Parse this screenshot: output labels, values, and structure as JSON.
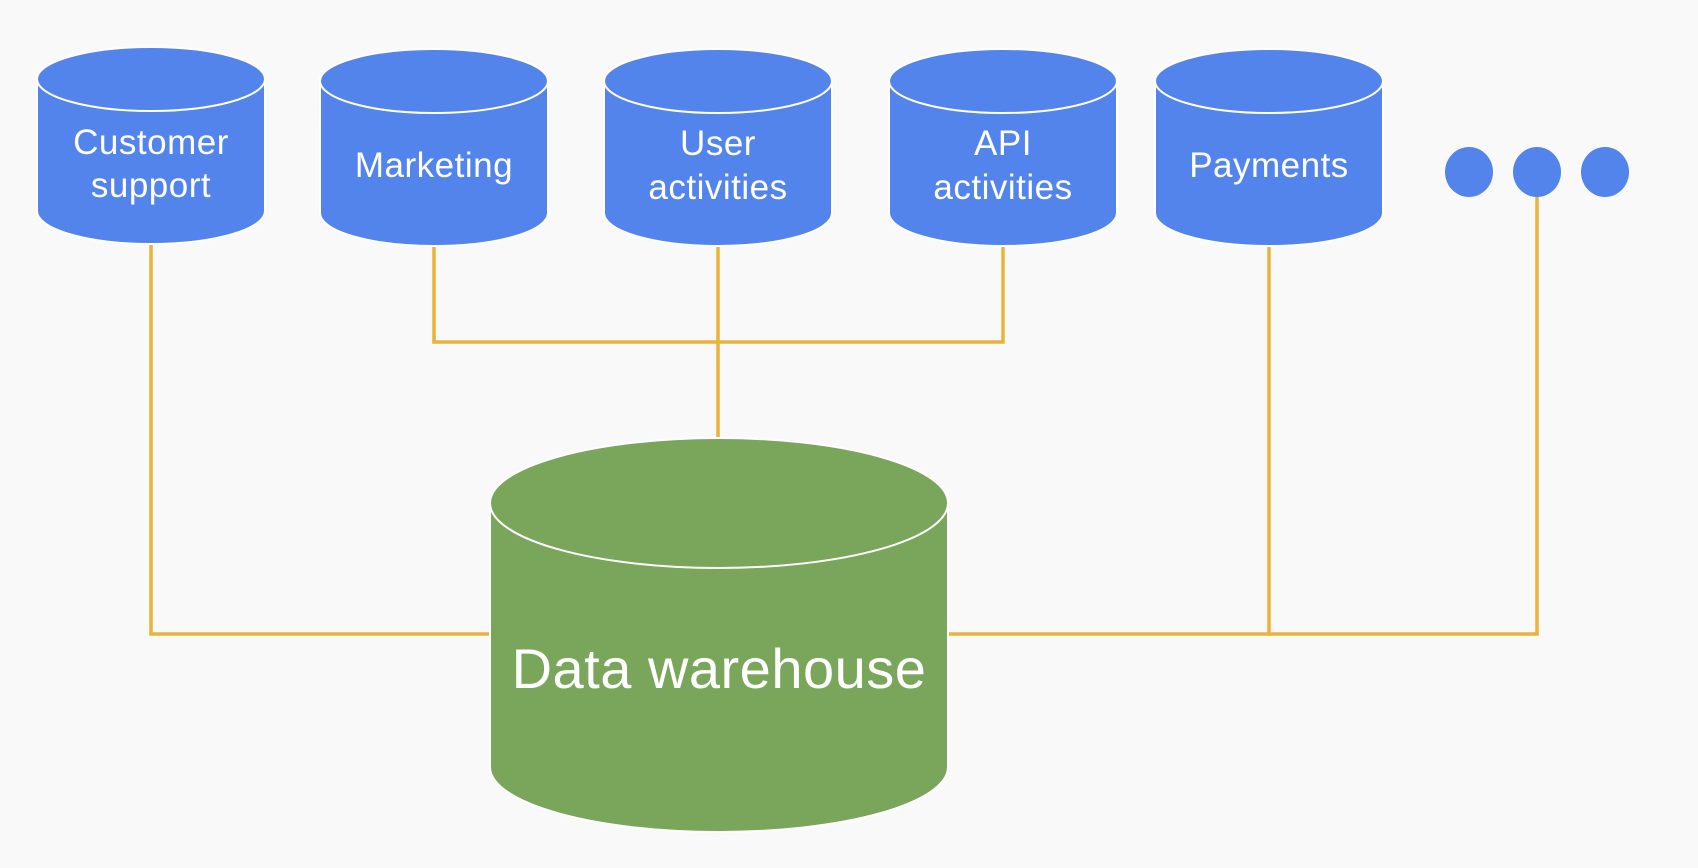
{
  "colors": {
    "source_fill": "#5384ec",
    "warehouse_fill": "#79a65b",
    "connector": "#e8b43c",
    "outline": "#ffffff",
    "background": "#f9f9f9"
  },
  "sources": [
    {
      "id": "customer-support",
      "label_line1": "Customer",
      "label_line2": "support"
    },
    {
      "id": "marketing",
      "label_line1": "Marketing",
      "label_line2": ""
    },
    {
      "id": "user-activities",
      "label_line1": "User",
      "label_line2": "activities"
    },
    {
      "id": "api-activities",
      "label_line1": "API",
      "label_line2": "activities"
    },
    {
      "id": "payments",
      "label_line1": "Payments",
      "label_line2": ""
    }
  ],
  "more_sources_indicator": "ellipsis-dots-icon",
  "warehouse": {
    "label": "Data warehouse"
  },
  "connections": [
    {
      "from": "customer-support",
      "to": "warehouse"
    },
    {
      "from": "marketing",
      "to": "warehouse"
    },
    {
      "from": "user-activities",
      "to": "warehouse"
    },
    {
      "from": "api-activities",
      "to": "warehouse"
    },
    {
      "from": "payments",
      "to": "warehouse"
    },
    {
      "from": "more-sources",
      "to": "warehouse"
    }
  ]
}
